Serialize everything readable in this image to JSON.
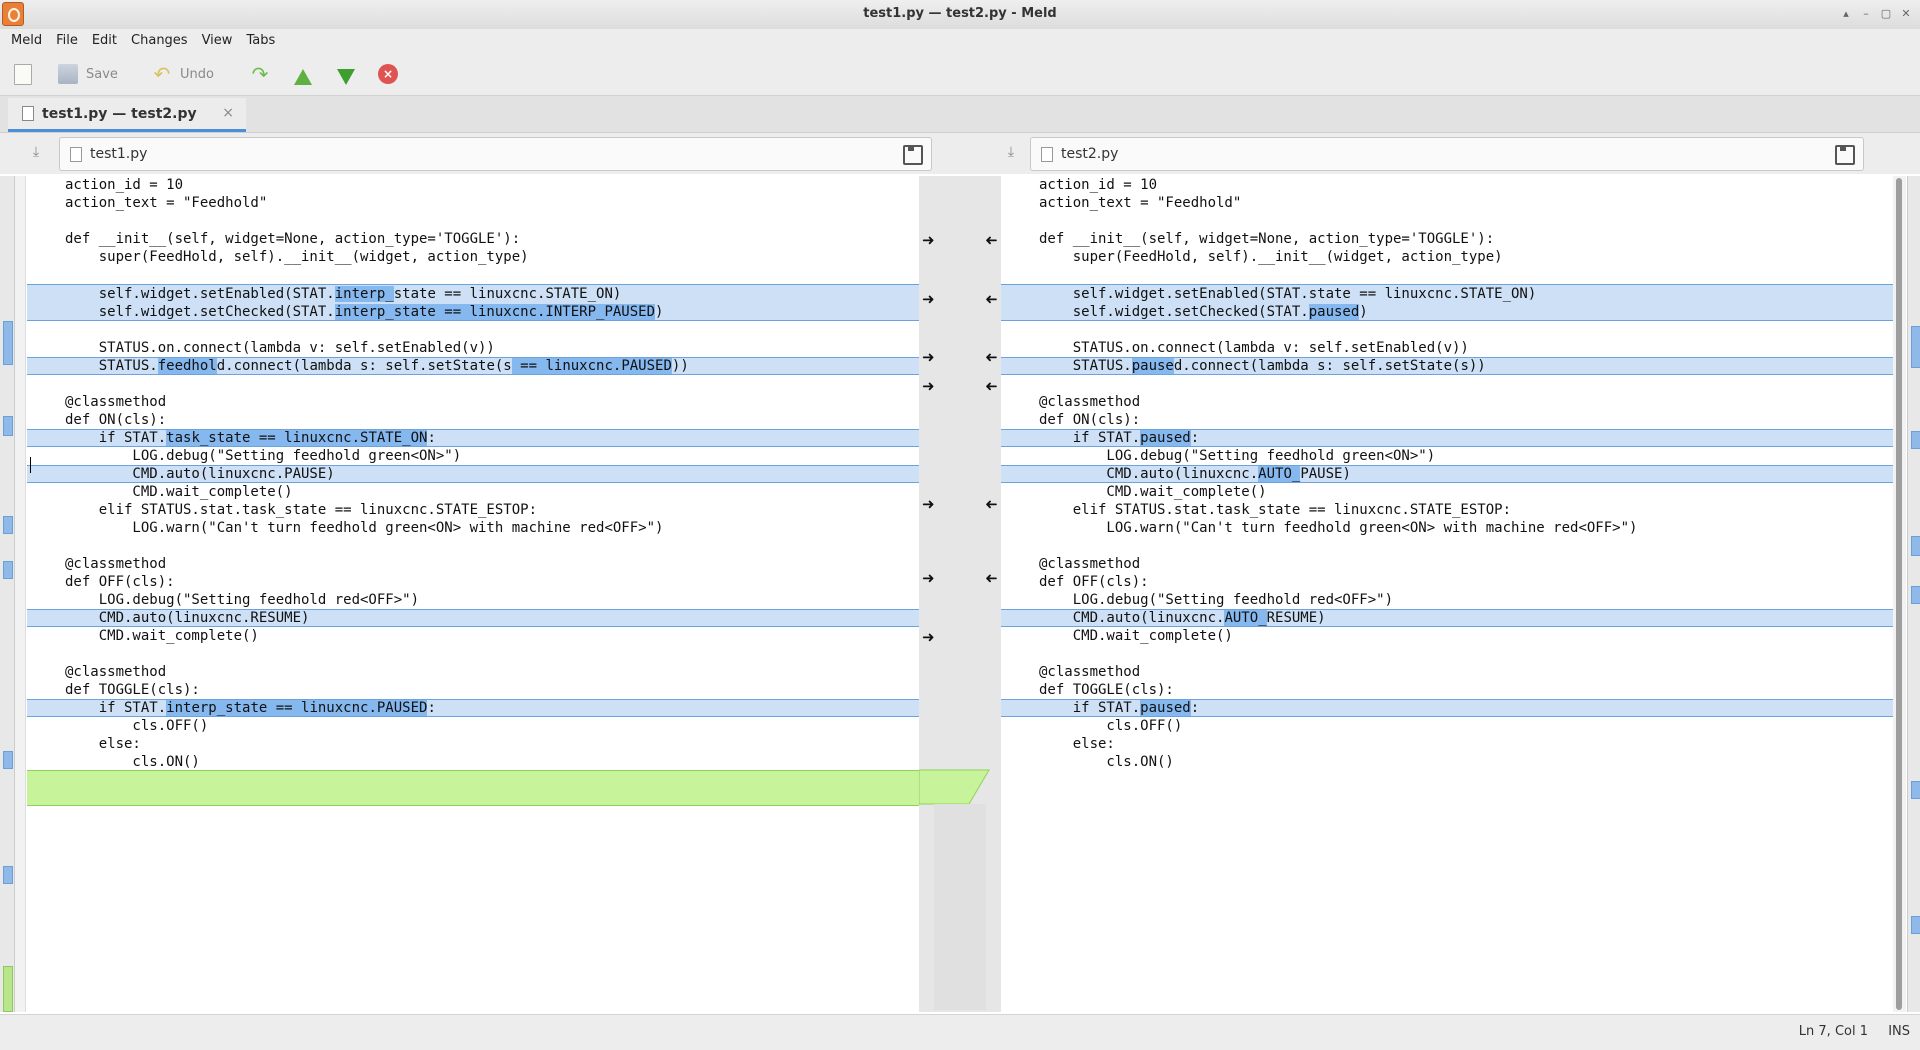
{
  "window": {
    "title": "test1.py — test2.py - Meld"
  },
  "menu": [
    "Meld",
    "File",
    "Edit",
    "Changes",
    "View",
    "Tabs"
  ],
  "toolbar": {
    "save_label": "Save",
    "undo_label": "Undo"
  },
  "tab": {
    "label": "test1.py — test2.py",
    "close": "×"
  },
  "left_file": {
    "name": "test1.py"
  },
  "right_file": {
    "name": "test2.py"
  },
  "left_lines": [
    {
      "segs": [
        {
          "t": "action_id = 10"
        }
      ]
    },
    {
      "segs": [
        {
          "t": "action_text = \"Feedhold\""
        }
      ]
    },
    {
      "segs": [
        {
          "t": ""
        }
      ]
    },
    {
      "segs": [
        {
          "t": "def __init__(self, widget=None, action_type='TOGGLE'):"
        }
      ]
    },
    {
      "segs": [
        {
          "t": "    super(FeedHold, self).__init__(widget, action_type)"
        }
      ]
    },
    {
      "segs": [
        {
          "t": ""
        }
      ]
    },
    {
      "chg": "top",
      "segs": [
        {
          "t": "    self.widget.setEnabled(STAT."
        },
        {
          "t": "interp_",
          "h": true
        },
        {
          "t": "state == linuxcnc.STATE_ON)"
        }
      ]
    },
    {
      "chg": "bot",
      "segs": [
        {
          "t": "    self.widget.setChecked(STAT."
        },
        {
          "t": "interp_state == linuxcnc.INTERP_PAUSED",
          "h": true
        },
        {
          "t": ")"
        }
      ]
    },
    {
      "segs": [
        {
          "t": ""
        }
      ]
    },
    {
      "segs": [
        {
          "t": "    STATUS.on.connect(lambda v: self.setEnabled(v))"
        }
      ]
    },
    {
      "chg": "single",
      "segs": [
        {
          "t": "    STATUS."
        },
        {
          "t": "feedhol",
          "h": true
        },
        {
          "t": "d.connect(lambda s: self.setState(s"
        },
        {
          "t": " == linuxcnc.PAUSED",
          "h": true
        },
        {
          "t": "))"
        }
      ]
    },
    {
      "segs": [
        {
          "t": ""
        }
      ]
    },
    {
      "segs": [
        {
          "t": "@classmethod"
        }
      ]
    },
    {
      "segs": [
        {
          "t": "def ON(cls):"
        }
      ]
    },
    {
      "chg": "single",
      "segs": [
        {
          "t": "    if STAT."
        },
        {
          "t": "task_state == linuxcnc.STATE_ON",
          "h": true
        },
        {
          "t": ":"
        }
      ]
    },
    {
      "segs": [
        {
          "t": "        LOG.debug(\"Setting feedhold green<ON>\")"
        }
      ]
    },
    {
      "chg": "single",
      "segs": [
        {
          "t": "        CMD.auto(linuxcnc.PAUSE)"
        }
      ]
    },
    {
      "segs": [
        {
          "t": "        CMD.wait_complete()"
        }
      ]
    },
    {
      "segs": [
        {
          "t": "    elif STATUS.stat.task_state == linuxcnc.STATE_ESTOP:"
        }
      ]
    },
    {
      "segs": [
        {
          "t": "        LOG.warn(\"Can't turn feedhold green<ON> with machine red<OFF>\")"
        }
      ]
    },
    {
      "segs": [
        {
          "t": ""
        }
      ]
    },
    {
      "segs": [
        {
          "t": "@classmethod"
        }
      ]
    },
    {
      "segs": [
        {
          "t": "def OFF(cls):"
        }
      ]
    },
    {
      "segs": [
        {
          "t": "    LOG.debug(\"Setting feedhold red<OFF>\")"
        }
      ]
    },
    {
      "chg": "single",
      "segs": [
        {
          "t": "    CMD.auto(linuxcnc.RESUME)"
        }
      ]
    },
    {
      "segs": [
        {
          "t": "    CMD.wait_complete()"
        }
      ]
    },
    {
      "segs": [
        {
          "t": ""
        }
      ]
    },
    {
      "segs": [
        {
          "t": "@classmethod"
        }
      ]
    },
    {
      "segs": [
        {
          "t": "def TOGGLE(cls):"
        }
      ]
    },
    {
      "chg": "single",
      "segs": [
        {
          "t": "    if STAT."
        },
        {
          "t": "interp_state == linuxcnc.PAUSED",
          "h": true
        },
        {
          "t": ":"
        }
      ]
    },
    {
      "segs": [
        {
          "t": "        cls.OFF()"
        }
      ]
    },
    {
      "segs": [
        {
          "t": "    else:"
        }
      ]
    },
    {
      "segs": [
        {
          "t": "        cls.ON()"
        }
      ]
    }
  ],
  "right_lines": [
    {
      "segs": [
        {
          "t": "action_id = 10"
        }
      ]
    },
    {
      "segs": [
        {
          "t": "action_text = \"Feedhold\""
        }
      ]
    },
    {
      "segs": [
        {
          "t": ""
        }
      ]
    },
    {
      "segs": [
        {
          "t": "def __init__(self, widget=None, action_type='TOGGLE'):"
        }
      ]
    },
    {
      "segs": [
        {
          "t": "    super(FeedHold, self).__init__(widget, action_type)"
        }
      ]
    },
    {
      "segs": [
        {
          "t": ""
        }
      ]
    },
    {
      "chg": "top",
      "segs": [
        {
          "t": "    self.widget.setEnabled(STAT.state == linuxcnc.STATE_ON)"
        }
      ]
    },
    {
      "chg": "bot",
      "segs": [
        {
          "t": "    self.widget.setChecked(STAT."
        },
        {
          "t": "paused",
          "h": true
        },
        {
          "t": ")"
        }
      ]
    },
    {
      "segs": [
        {
          "t": ""
        }
      ]
    },
    {
      "segs": [
        {
          "t": "    STATUS.on.connect(lambda v: self.setEnabled(v))"
        }
      ]
    },
    {
      "chg": "single",
      "segs": [
        {
          "t": "    STATUS."
        },
        {
          "t": "pause",
          "h": true
        },
        {
          "t": "d.connect(lambda s: self.setState(s))"
        }
      ]
    },
    {
      "segs": [
        {
          "t": ""
        }
      ]
    },
    {
      "segs": [
        {
          "t": "@classmethod"
        }
      ]
    },
    {
      "segs": [
        {
          "t": "def ON(cls):"
        }
      ]
    },
    {
      "chg": "single",
      "segs": [
        {
          "t": "    if STAT."
        },
        {
          "t": "paused",
          "h": true
        },
        {
          "t": ":"
        }
      ]
    },
    {
      "segs": [
        {
          "t": "        LOG.debug(\"Setting feedhold green<ON>\")"
        }
      ]
    },
    {
      "chg": "single",
      "segs": [
        {
          "t": "        CMD.auto(linuxcnc."
        },
        {
          "t": "AUTO_",
          "h": true
        },
        {
          "t": "PAUSE)"
        }
      ]
    },
    {
      "segs": [
        {
          "t": "        CMD.wait_complete()"
        }
      ]
    },
    {
      "segs": [
        {
          "t": "    elif STATUS.stat.task_state == linuxcnc.STATE_ESTOP:"
        }
      ]
    },
    {
      "segs": [
        {
          "t": "        LOG.warn(\"Can't turn feedhold green<ON> with machine red<OFF>\")"
        }
      ]
    },
    {
      "segs": [
        {
          "t": ""
        }
      ]
    },
    {
      "segs": [
        {
          "t": "@classmethod"
        }
      ]
    },
    {
      "segs": [
        {
          "t": "def OFF(cls):"
        }
      ]
    },
    {
      "segs": [
        {
          "t": "    LOG.debug(\"Setting feedhold red<OFF>\")"
        }
      ]
    },
    {
      "chg": "single",
      "segs": [
        {
          "t": "    CMD.auto(linuxcnc."
        },
        {
          "t": "AUTO_",
          "h": true
        },
        {
          "t": "RESUME)"
        }
      ]
    },
    {
      "segs": [
        {
          "t": "    CMD.wait_complete()"
        }
      ]
    },
    {
      "segs": [
        {
          "t": ""
        }
      ]
    },
    {
      "segs": [
        {
          "t": "@classmethod"
        }
      ]
    },
    {
      "segs": [
        {
          "t": "def TOGGLE(cls):"
        }
      ]
    },
    {
      "chg": "single",
      "segs": [
        {
          "t": "    if STAT."
        },
        {
          "t": "paused",
          "h": true
        },
        {
          "t": ":"
        }
      ]
    },
    {
      "segs": [
        {
          "t": "        cls.OFF()"
        }
      ]
    },
    {
      "segs": [
        {
          "t": "    else:"
        }
      ]
    },
    {
      "segs": [
        {
          "t": "        cls.ON()"
        }
      ]
    }
  ],
  "status": {
    "position": "Ln 7, Col 1",
    "mode": "INS"
  },
  "colors": {
    "change_bg": "#cde0f6",
    "change_hl": "#86b8f0",
    "insert_bg": "#c7f39a",
    "accent": "#4a90d9"
  }
}
